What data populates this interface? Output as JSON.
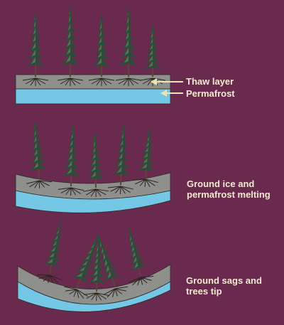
{
  "colors": {
    "background": "#6a2a4e",
    "thaw_layer": "#8f8f8c",
    "permafrost": "#74c8e6",
    "tree_dark": "#2f4a3c",
    "tree_light": "#5c8a5a",
    "trunk": "#5a4636",
    "label_text": "#f4ead0",
    "arrow": "#ece3b4"
  },
  "labels": {
    "thaw_layer": "Thaw layer",
    "permafrost": "Permafrost",
    "stage2_line1": "Ground ice and",
    "stage2_line2": "permafrost melting",
    "stage3_line1": "Ground sags and",
    "stage3_line2": "trees tip"
  },
  "icons": [
    "spruce-tree-icon",
    "root-icon",
    "arrow-left-icon"
  ]
}
